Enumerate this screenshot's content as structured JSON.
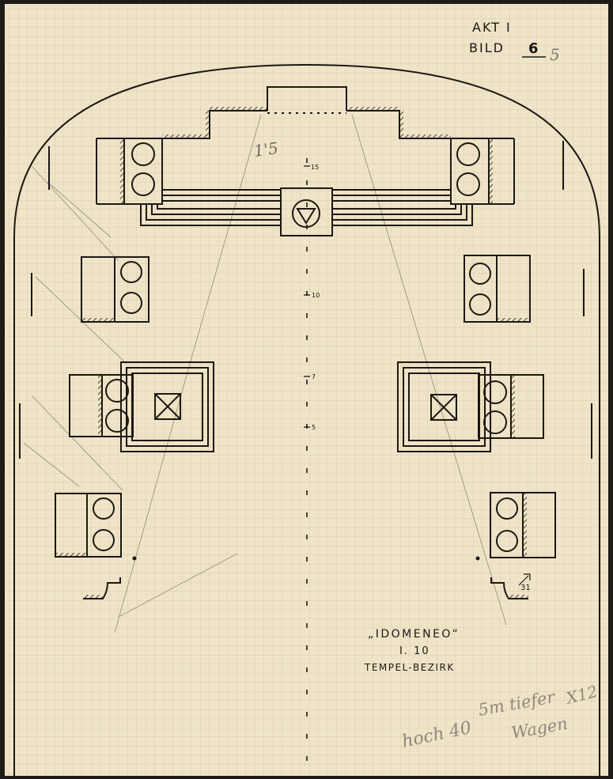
{
  "colors": {
    "paper": "#efe4c8",
    "grid": "#d3bf97",
    "grid_major": "#bfa67a",
    "ink": "#1c1812",
    "pencil": "#8a8478",
    "border": "#1f1c17"
  },
  "header": {
    "act": "AKT I",
    "bild_prefix": "BILD",
    "bild_number": "6",
    "pencil_number": "5"
  },
  "title_block": {
    "opera": "„IDOMENEO“",
    "scene": "I. 10",
    "location": "TEMPEL-BEZIRK"
  },
  "axis": {
    "marks": [
      {
        "label": "15",
        "value": 15
      },
      {
        "label": "10",
        "value": 10
      },
      {
        "label": "7",
        "value": 7
      },
      {
        "label": "5",
        "value": 5
      }
    ]
  },
  "pencil_notes": {
    "top_mark": "1'5",
    "note_left": "hoch 40",
    "note_mid": "5m tiefer",
    "note_right": "X12",
    "note_bottom": "Wagen",
    "corner_mark": "31"
  }
}
